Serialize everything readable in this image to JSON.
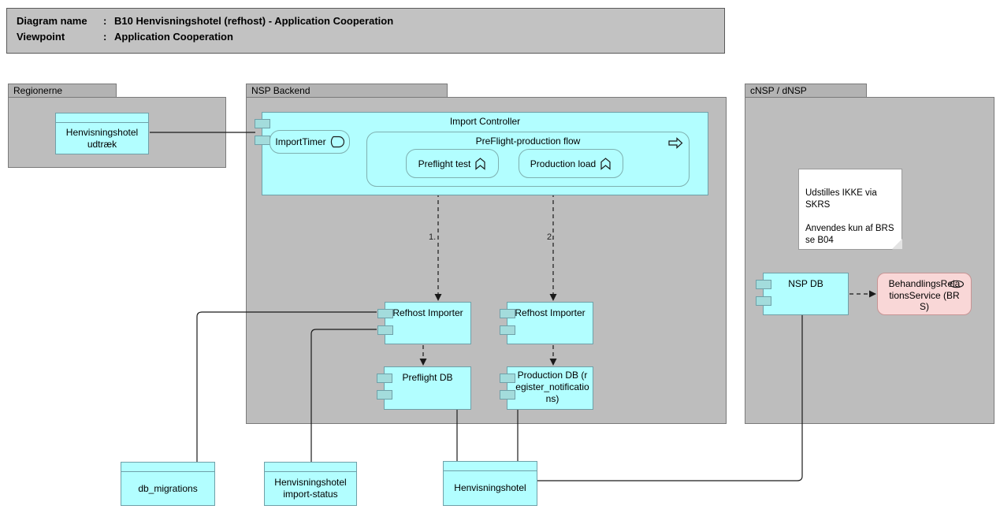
{
  "title_block": {
    "separator": ":",
    "rows": [
      {
        "label": "Diagram name",
        "value": "B10 Henvisningshotel (refhost) - Application Cooperation"
      },
      {
        "label": "Viewpoint",
        "value": "Application Cooperation"
      }
    ]
  },
  "groups": {
    "regionerne": {
      "label": "Regionerne"
    },
    "nsp_backend": {
      "label": "NSP Backend"
    },
    "cnsp": {
      "label": "cNSP / dNSP"
    }
  },
  "nodes": {
    "henvisningshotel_udtraek": {
      "label": "Henvisningshotel udtræk"
    },
    "import_controller": {
      "label": "Import Controller"
    },
    "import_timer": {
      "label": "ImportTimer"
    },
    "preflight_production_flow": {
      "label": "PreFlight-production flow"
    },
    "preflight_test": {
      "label": "Preflight test"
    },
    "production_load": {
      "label": "Production load"
    },
    "refhost_importer_1": {
      "label": "Refhost Importer"
    },
    "refhost_importer_2": {
      "label": "Refhost Importer"
    },
    "preflight_db": {
      "label": "Preflight DB"
    },
    "production_db": {
      "label": "Production DB (register_notifications)"
    },
    "nsp_db": {
      "label": "NSP DB"
    },
    "brs": {
      "label": "BehandlingsRelationsService (BRS)"
    },
    "db_migrations": {
      "label": "db_migrations"
    },
    "henvisningshotel_import_status": {
      "label": "Henvisningshotel import-status"
    },
    "henvisningshotel": {
      "label": "Henvisningshotel"
    }
  },
  "note": {
    "text": "Udstilles IKKE via SKRS\n\nAnvendes kun af BRS\nse B04"
  },
  "edge_labels": {
    "one": "1.",
    "two": "2."
  },
  "icons": {
    "import_timer": "event-icon",
    "preflight_production_flow": "process-arrow-icon",
    "preflight_test": "function-icon",
    "production_load": "function-icon",
    "brs": "service-oval-icon"
  },
  "colors": {
    "element_fill": "#b2feff",
    "element_border": "#6fa0a8",
    "group_fill": "#bdbdbd",
    "group_tab_fill": "#b3b3b3",
    "title_fill": "#c2c2c2",
    "brs_fill": "#f9d7d7",
    "note_fill": "#ffffff",
    "wire": "#1a1a1a"
  }
}
